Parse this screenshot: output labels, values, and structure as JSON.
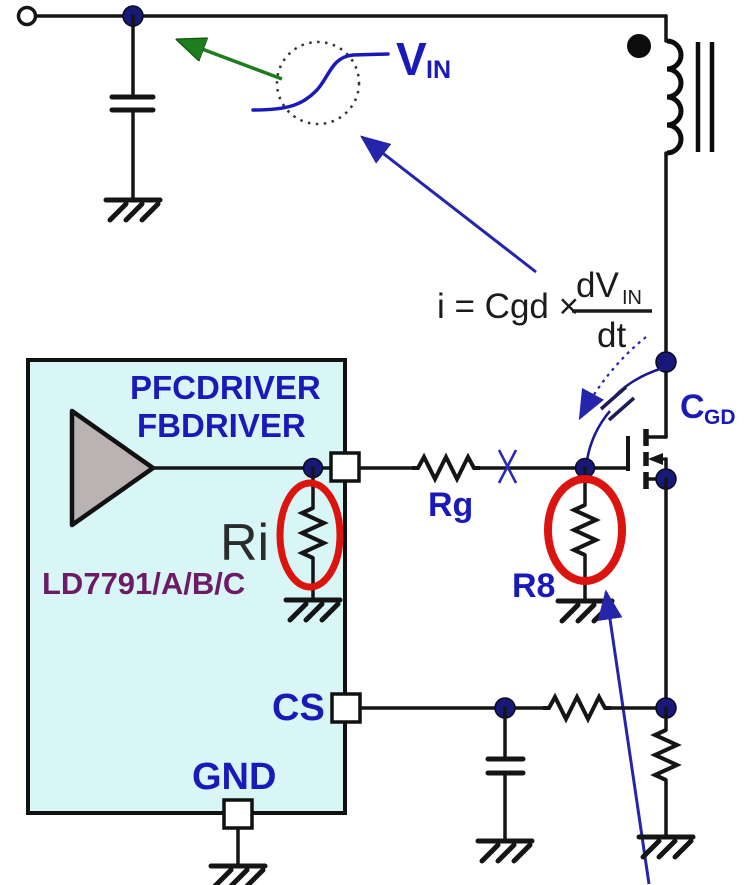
{
  "diagram": {
    "type": "circuit-schematic",
    "labels": {
      "vin": {
        "main": "V",
        "sub": "IN"
      },
      "formula": {
        "lhs": "i = Cgd ×",
        "numerator_main": "dV",
        "numerator_sub": "IN",
        "denominator": "dt"
      },
      "cgd": {
        "main": "C",
        "sub": "GD"
      },
      "rg": "Rg",
      "r8": "R8",
      "ri": "Ri"
    },
    "ic": {
      "part_number": "LD7791/A/B/C",
      "pins": {
        "driver_a": "PFCDRIVER",
        "driver_b": "FBDRIVER",
        "current_sense": "CS",
        "ground": "GND"
      }
    },
    "colors": {
      "label_blue": "#1a1ab8",
      "arrow_blue": "#2525ac",
      "arrow_green": "#1e7d1e",
      "highlight_red": "#dc1410",
      "ic_fill": "#d9f6f6",
      "triangle_fill": "#bab3b3",
      "part_purple": "#6d1b67",
      "junction_navy": "#181878",
      "ink": "#151515"
    }
  }
}
